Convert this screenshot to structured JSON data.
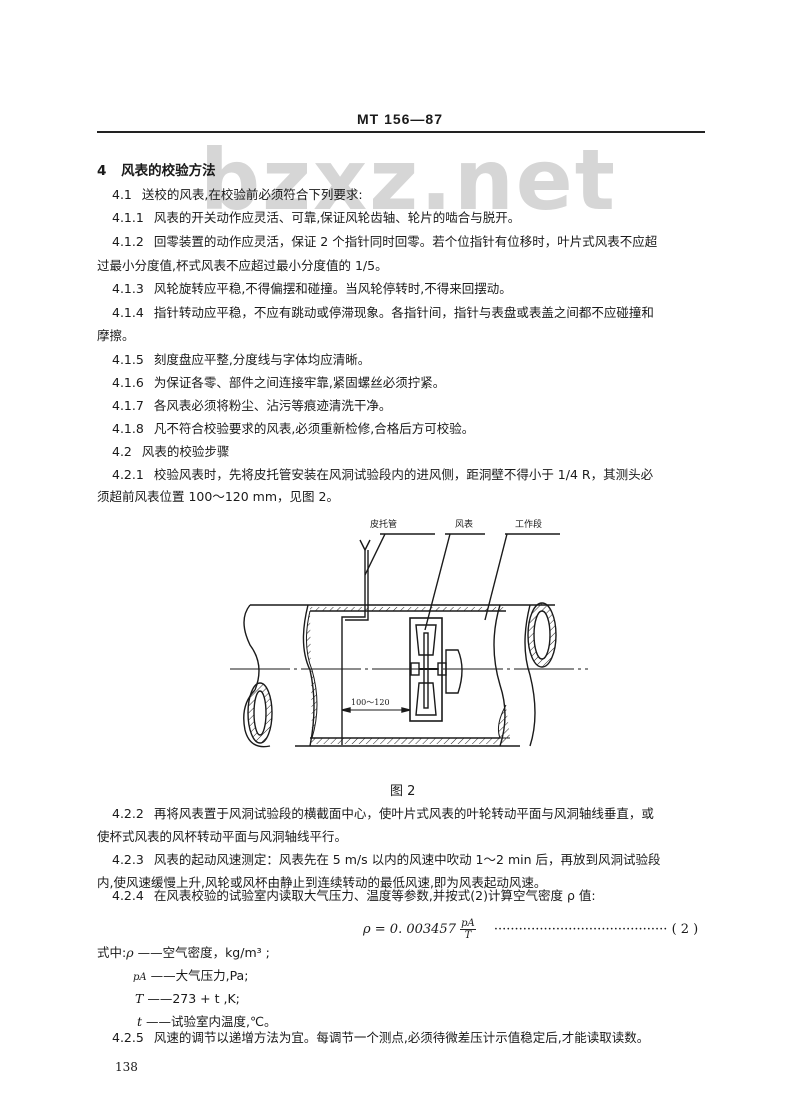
{
  "header": {
    "doc_code": "MT 156—87"
  },
  "watermark": "bzxz.net",
  "section4": {
    "number": "4",
    "title": "风表的校验方法",
    "s4_1": {
      "num": "4.1",
      "text": "送校的风表,在校验前必须符合下列要求:"
    },
    "s4_1_1": {
      "num": "4.1.1",
      "text": "风表的开关动作应灵活、可靠,保证风轮齿轴、轮片的啮合与脱开。"
    },
    "s4_1_2": {
      "num": "4.1.2",
      "text_line1": "回零装置的动作应灵活，保证 2 个指针同时回零。若个位指针有位移时，叶片式风表不应超",
      "text_line2": "过最小分度值,杯式风表不应超过最小分度值的 1/5。"
    },
    "s4_1_3": {
      "num": "4.1.3",
      "text": "风轮旋转应平稳,不得偏摆和碰撞。当风轮停转时,不得来回摆动。"
    },
    "s4_1_4": {
      "num": "4.1.4",
      "text_line1": "指针转动应平稳，不应有跳动或停滞现象。各指针间，指针与表盘或表盖之间都不应碰撞和",
      "text_line2": "摩擦。"
    },
    "s4_1_5": {
      "num": "4.1.5",
      "text": "刻度盘应平整,分度线与字体均应清晰。"
    },
    "s4_1_6": {
      "num": "4.1.6",
      "text": "为保证各零、部件之间连接牢靠,紧固螺丝必须拧紧。"
    },
    "s4_1_7": {
      "num": "4.1.7",
      "text": "各风表必须将粉尘、沾污等痕迹清洗干净。"
    },
    "s4_1_8": {
      "num": "4.1.8",
      "text": "凡不符合校验要求的风表,必须重新检修,合格后方可校验。"
    },
    "s4_2": {
      "num": "4.2",
      "text": "风表的校验步骤"
    },
    "s4_2_1": {
      "num": "4.2.1",
      "text_line1": "校验风表时，先将皮托管安装在风洞试验段内的进风侧，距洞壁不得小于 1/4 R，其测头必",
      "text_line2": "须超前风表位置 100～120 mm，见图 2。"
    },
    "s4_2_2": {
      "num": "4.2.2",
      "text_line1": "再将风表置于风洞试验段的横截面中心，使叶片式风表的叶轮转动平面与风洞轴线垂直，或",
      "text_line2": "使杯式风表的风杯转动平面与风洞轴线平行。"
    },
    "s4_2_3": {
      "num": "4.2.3",
      "text_line1": "风表的起动风速测定：风表先在 5 m/s 以内的风速中吹动 1～2 min 后，再放到风洞试验段",
      "text_line2": "内,使风速缓慢上升,风轮或风杯由静止到连续转动的最低风速,即为风表起动风速。"
    },
    "s4_2_4": {
      "num": "4.2.4",
      "text": "在风表校验的试验室内读取大气压力、温度等参数,并按式(2)计算空气密度 ρ 值:"
    },
    "s4_2_5": {
      "num": "4.2.5",
      "text": "风速的调节以递增方法为宜。每调节一个测点,必须待微差压计示值稳定后,才能读取读数。"
    }
  },
  "figure2": {
    "caption": "图  2",
    "labels": {
      "pitot": "皮托管",
      "anemometer": "风表",
      "working_section": "工作段",
      "dimension": "100～120"
    }
  },
  "formula": {
    "lhs": "ρ = 0. 003457",
    "numerator": "pA",
    "denominator": "T",
    "leader": "··········································",
    "eq_number": "( 2 )"
  },
  "where": {
    "intro": "式中:",
    "items": [
      {
        "sym": "ρ",
        "desc": "——空气密度，kg/m³ ;"
      },
      {
        "sym": "pA",
        "desc": "——大气压力,Pa;"
      },
      {
        "sym": "T",
        "desc": "——273 + t ,K;"
      },
      {
        "sym": "t",
        "desc": "——试验室内温度,℃。"
      }
    ]
  },
  "footer": {
    "page_number": "138"
  }
}
